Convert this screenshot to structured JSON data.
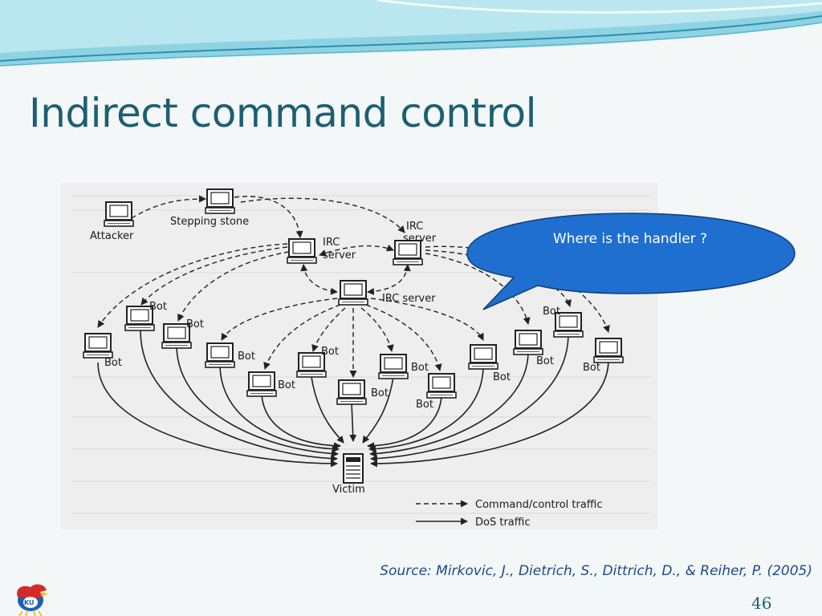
{
  "slide": {
    "title": "Indirect command control",
    "source": "Source: Mirkovic, J., Dietrich, S., Dittrich, D., & Reiher, P. (2005)",
    "page_number": "46",
    "callout": "Where is the handler ?",
    "logo_text": "KU"
  },
  "diagram": {
    "labels": {
      "attacker": "Attacker",
      "stepping_stone": "Stepping stone",
      "irc_server_left_1": "IRC",
      "irc_server_left_2": "server",
      "irc_server_right_1": "IRC",
      "irc_server_right_2": "server",
      "irc_server_center": "IRC server",
      "bot": "Bot",
      "victim": "Victim"
    },
    "legend": {
      "command": "Command/control traffic",
      "dos": "DoS traffic"
    }
  },
  "colors": {
    "title": "#1c5f73",
    "callout_fill": "#1f6fd0",
    "source_text": "#1c4a8a"
  }
}
